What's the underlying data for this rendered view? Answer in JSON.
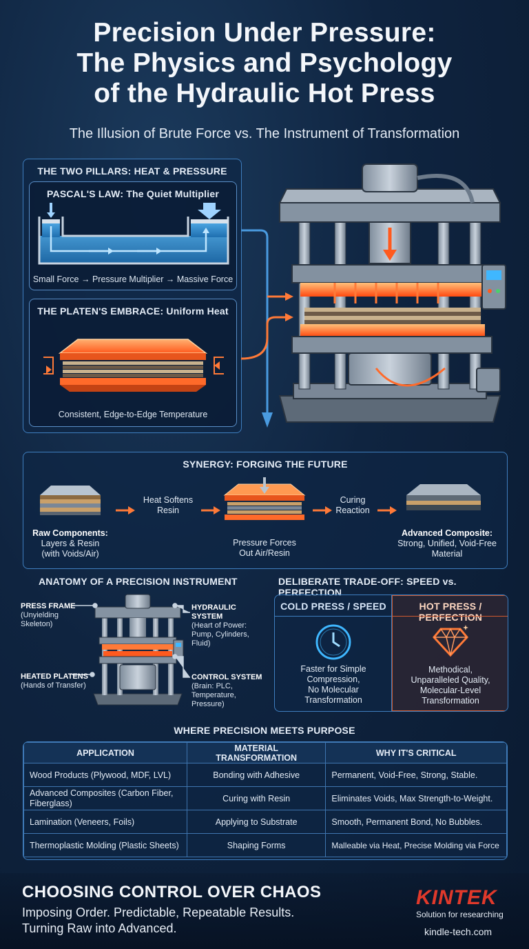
{
  "header": {
    "title_line1": "Precision Under Pressure:",
    "title_line2": "The Physics and Psychology",
    "title_line3": "of the Hydraulic Hot Press",
    "subtitle": "The Illusion of Brute Force vs. The Instrument of Transformation"
  },
  "pillars": {
    "heading": "THE TWO PILLARS: HEAT & PRESSURE",
    "pascal": {
      "title": "PASCAL'S LAW: The Quiet Multiplier",
      "caption": "Small Force → Pressure Multiplier → Massive Force"
    },
    "platen": {
      "title": "THE PLATEN'S EMBRACE: Uniform Heat",
      "caption": "Consistent, Edge-to-Edge Temperature"
    }
  },
  "synergy": {
    "heading": "SYNERGY: FORGING THE FUTURE",
    "raw_title": "Raw Components:",
    "raw_desc1": "Layers & Resin",
    "raw_desc2": "(with Voids/Air)",
    "step1_l1": "Heat Softens",
    "step1_l2": "Resin",
    "press_l1": "Pressure Forces",
    "press_l2": "Out Air/Resin",
    "step2_l1": "Curing",
    "step2_l2": "Reaction",
    "adv_title": "Advanced Composite:",
    "adv_desc1": "Strong, Unified, Void-Free",
    "adv_desc2": "Material"
  },
  "anatomy": {
    "heading": "ANATOMY OF A PRECISION INSTRUMENT",
    "frame_t": "PRESS FRAME",
    "frame_d": "(Unyielding Skeleton)",
    "platens_t": "HEATED PLATENS",
    "platens_d": "(Hands of Transfer)",
    "hydraulic_t": "HYDRAULIC SYSTEM",
    "hydraulic_d": "(Heart of Power: Pump, Cylinders, Fluid)",
    "control_t": "CONTROL SYSTEM",
    "control_d": "(Brain: PLC, Temperature, Pressure)"
  },
  "tradeoff": {
    "heading": "DELIBERATE TRADE-OFF: SPEED vs. PERFECTION",
    "cold_h": "COLD PRESS / SPEED",
    "cold_l1": "Faster for Simple",
    "cold_l2": "Compression,",
    "cold_l3": "No Molecular",
    "cold_l4": "Transformation",
    "hot_h": "HOT PRESS / PERFECTION",
    "hot_l1": "Methodical,",
    "hot_l2": "Unparalleled Quality,",
    "hot_l3": "Molecular-Level",
    "hot_l4": "Transformation"
  },
  "applications": {
    "heading": "WHERE PRECISION MEETS PURPOSE",
    "columns": [
      "APPLICATION",
      "MATERIAL TRANSFORMATION",
      "WHY IT'S CRITICAL"
    ],
    "rows": [
      [
        "Wood Products (Plywood, MDF, LVL)",
        "Bonding with Adhesive",
        "Permanent, Void-Free, Strong, Stable."
      ],
      [
        "Advanced Composites (Carbon Fiber, Fiberglass)",
        "Curing with Resin",
        "Eliminates Voids, Max Strength-to-Weight."
      ],
      [
        "Lamination (Veneers, Foils)",
        "Applying to Substrate",
        "Smooth, Permanent Bond, No Bubbles."
      ],
      [
        "Thermoplastic Molding (Plastic Sheets)",
        "Shaping Forms",
        "Malleable via Heat, Precise Molding via Force"
      ]
    ]
  },
  "footer": {
    "heading": "CHOOSING CONTROL OVER CHAOS",
    "line1": "Imposing Order. Predictable, Repeatable Results.",
    "line2": "Turning Raw into Advanced.",
    "brand": "KINTEK",
    "tagline": "Solution for researching",
    "url": "kindle-tech.com"
  },
  "colors": {
    "accent_blue": "#3f7fc0",
    "heat_orange": "#ff6a2a",
    "brand_red": "#e0392b"
  }
}
